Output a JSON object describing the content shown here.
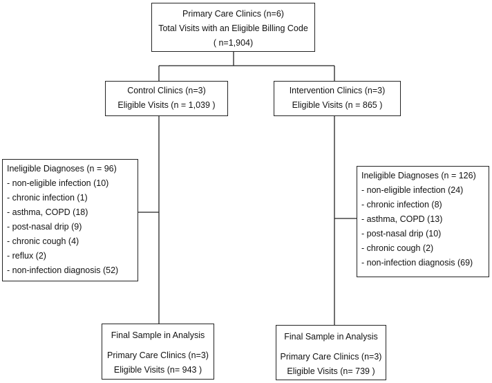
{
  "top_box": {
    "lines": [
      "Primary Care Clinics (n=6)",
      "Total Visits with an Eligible Billing Code",
      "( n=1,904)"
    ]
  },
  "control_box": {
    "lines": [
      "Control Clinics (n=3)",
      "Eligible Visits (n = 1,039 )"
    ]
  },
  "intervention_box": {
    "lines": [
      "Intervention Clinics (n=3)",
      "Eligible Visits (n = 865 )"
    ]
  },
  "control_exclusions": {
    "lines": [
      "Ineligible Diagnoses (n = 96)",
      "- non-eligible infection (10)",
      "- chronic infection (1)",
      "- asthma, COPD (18)",
      "- post-nasal drip (9)",
      "- chronic cough (4)",
      "- reflux (2)",
      "- non-infection diagnosis (52)"
    ]
  },
  "intervention_exclusions": {
    "lines": [
      "Ineligible Diagnoses (n = 126)",
      "- non-eligible infection (24)",
      "- chronic infection (8)",
      "- asthma, COPD (13)",
      "- post-nasal drip (10)",
      "- chronic cough (2)",
      "- non-infection diagnosis (69)"
    ]
  },
  "control_final": {
    "lines": [
      "Final Sample in Analysis",
      "",
      "Primary Care Clinics (n=3)",
      "Eligible Visits (n= 943 )"
    ]
  },
  "intervention_final": {
    "lines": [
      "Final Sample in Analysis",
      "",
      "Primary Care Clinics (n=3)",
      "Eligible Visits (n= 739 )"
    ]
  }
}
